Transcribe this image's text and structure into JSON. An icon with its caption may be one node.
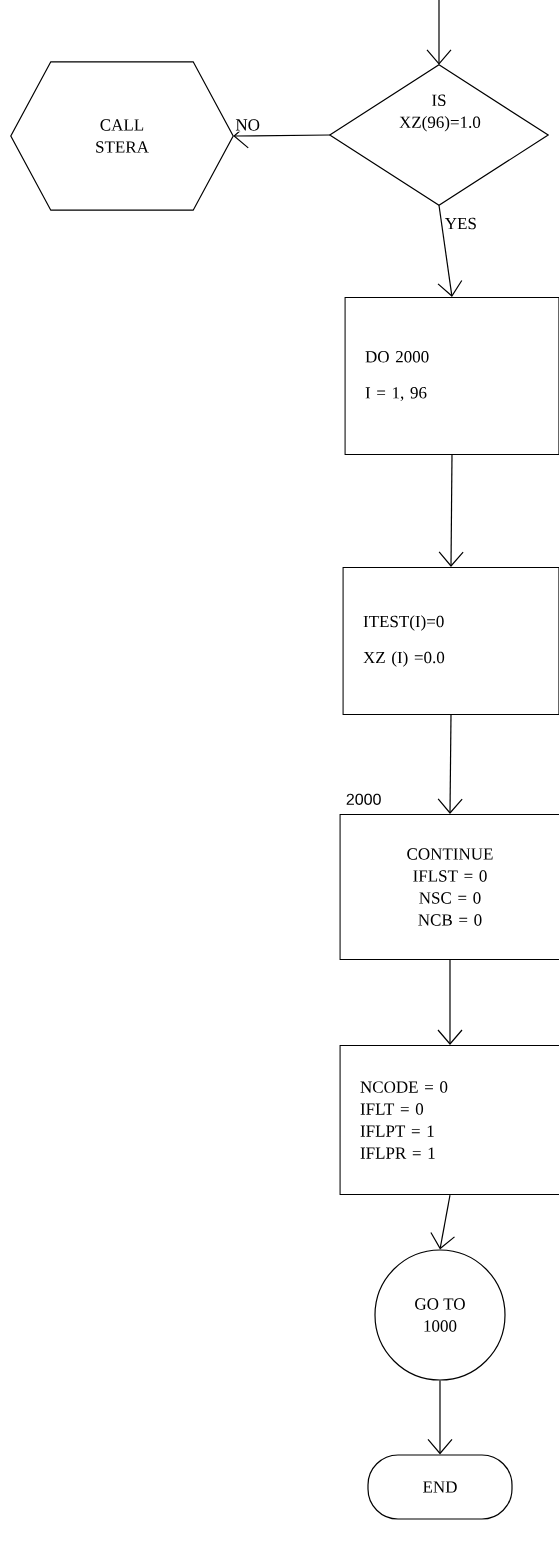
{
  "diagram": {
    "nodes": [
      {
        "text": [
          "IS XZ(96)=1.0"
        ]
      },
      {
        "text": [
          "CALL STERA"
        ]
      },
      {
        "text": [
          "DO 2000",
          "I = 1, 96"
        ]
      },
      {
        "text": [
          "ITEST(I)=0",
          "XZ (I) =0.0"
        ]
      },
      {
        "text": [
          "CONTINUE",
          "IFLST = 0",
          "NSC = 0",
          "NCB = 0"
        ],
        "beside": [
          "2000"
        ]
      },
      {
        "text": [
          "NCODE = 0",
          "IFLT  = 0",
          "IFLPT = 1",
          "IFLPR = 1"
        ]
      },
      {
        "text": [
          "GO TO 1000"
        ]
      },
      {
        "text": [
          "END"
        ]
      }
    ],
    "edges": [
      {
        "from": null,
        "to": 0,
        "arrow": "to"
      },
      {
        "from": 0,
        "to": 1,
        "arrow": "to",
        "label": "NO"
      },
      {
        "from": 0,
        "to": 2,
        "arrow": "to",
        "label": "YES"
      },
      {
        "from": 2,
        "to": 3,
        "arrow": "to"
      },
      {
        "from": 3,
        "to": 4,
        "arrow": "to"
      },
      {
        "from": 4,
        "to": 5,
        "arrow": "to"
      },
      {
        "from": 5,
        "to": 6,
        "arrow": "to"
      },
      {
        "from": 6,
        "to": 7,
        "arrow": "to"
      }
    ]
  }
}
